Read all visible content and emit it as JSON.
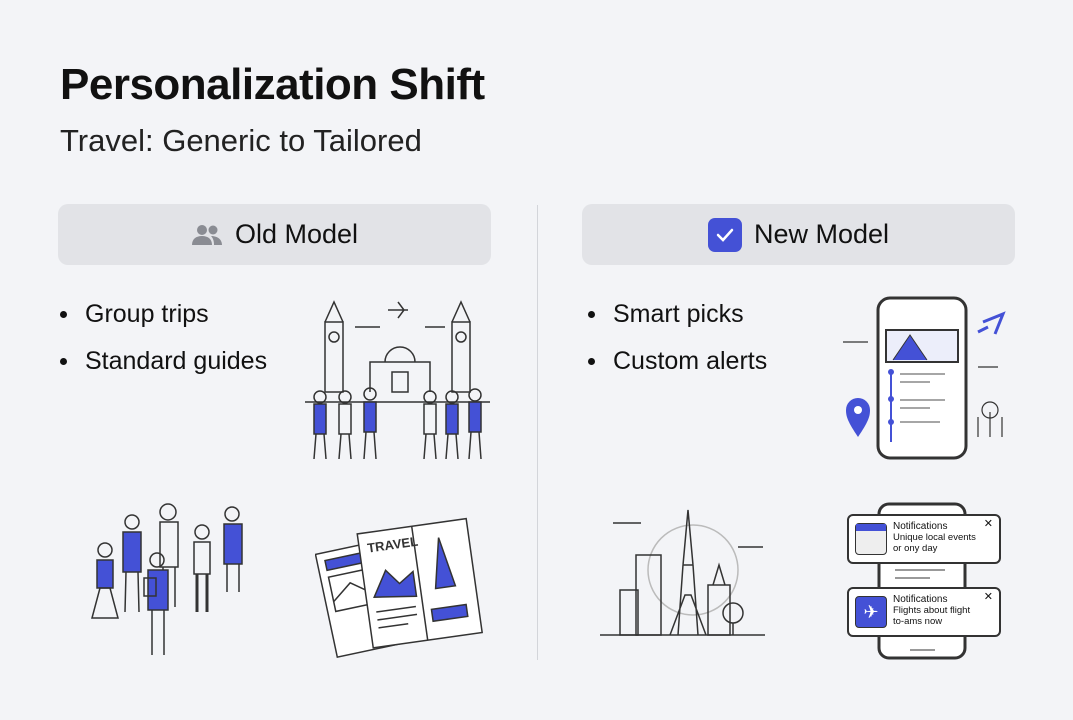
{
  "title": "Personalization Shift",
  "subtitle": "Travel: Generic to Tailored",
  "old_model": {
    "label": "Old Model",
    "icon": "users-icon",
    "bullets": [
      "Group trips",
      "Standard guides"
    ],
    "brochure_label": "TRAVEL"
  },
  "new_model": {
    "label": "New Model",
    "icon": "checkbox-icon",
    "bullets": [
      "Smart picks",
      "Custom alerts"
    ],
    "notifications": [
      {
        "title": "Notifications",
        "line1": "Unique local events",
        "line2": "or ony day",
        "close": "✕",
        "icon": "calendar-icon"
      },
      {
        "title": "Notifications",
        "line1": "Flights about flight",
        "line2": "to-ams now",
        "close": "✕",
        "icon": "plane-icon"
      }
    ]
  },
  "colors": {
    "accent": "#4451d6",
    "background": "#f3f4f7",
    "pill": "#e2e3e7"
  }
}
